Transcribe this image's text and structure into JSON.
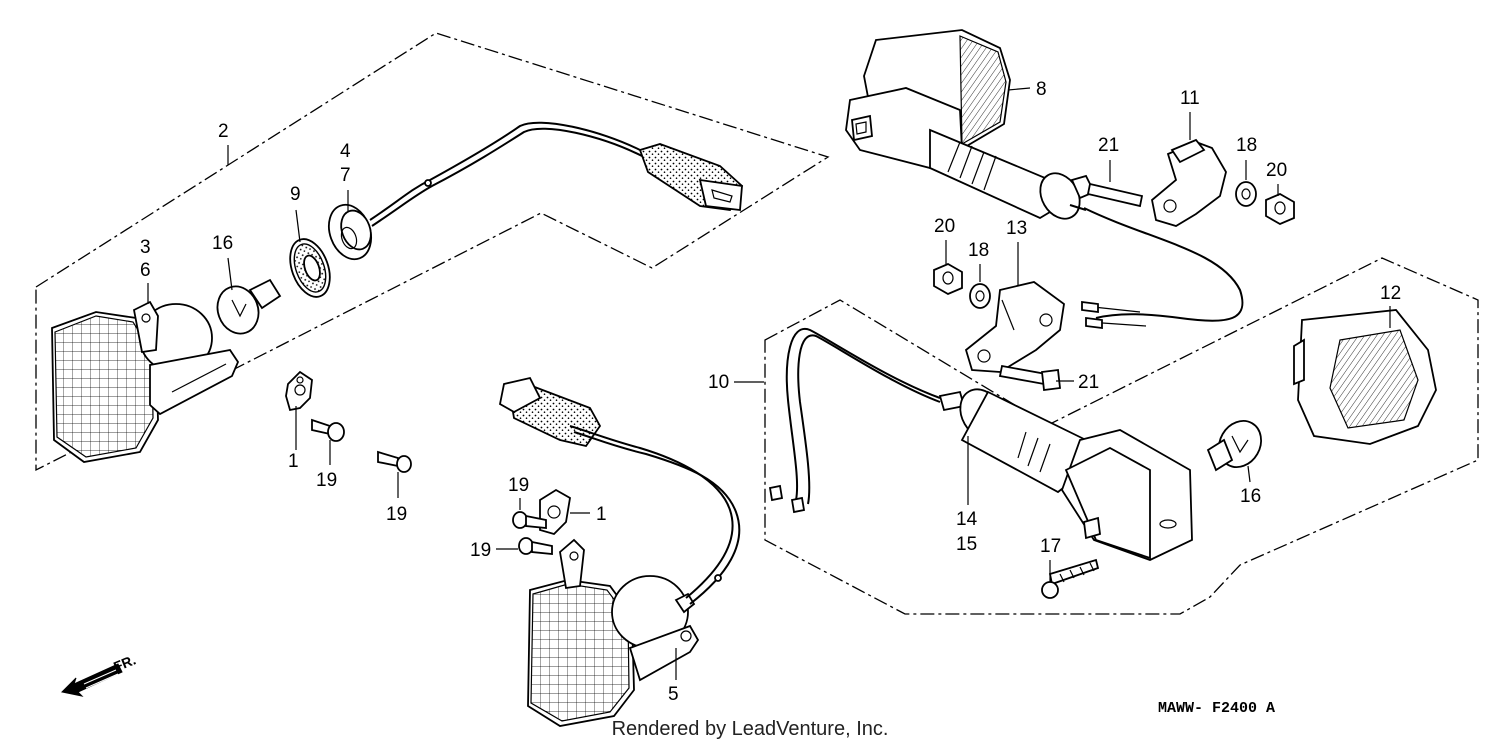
{
  "callouts": {
    "c2": "2",
    "c4": "4",
    "c7": "7",
    "c9": "9",
    "c3": "3",
    "c6": "6",
    "c16a": "16",
    "c1a": "1",
    "c19a": "19",
    "c19b": "19",
    "c19c": "19",
    "c1b": "1",
    "c19d": "19",
    "c5": "5",
    "c8": "8",
    "c11": "11",
    "c21a": "21",
    "c18a": "18",
    "c20a": "20",
    "c20b": "20",
    "c18b": "18",
    "c13": "13",
    "c12": "12",
    "c10": "10",
    "c21b": "21",
    "c14": "14",
    "c15": "15",
    "c16b": "16",
    "c17": "17"
  },
  "direction_label": "FR.",
  "diagram_code": "MAWW- F2400 A",
  "footer_text": "Rendered by LeadVenture, Inc.",
  "icons": [
    "front-direction-arrow-icon"
  ]
}
